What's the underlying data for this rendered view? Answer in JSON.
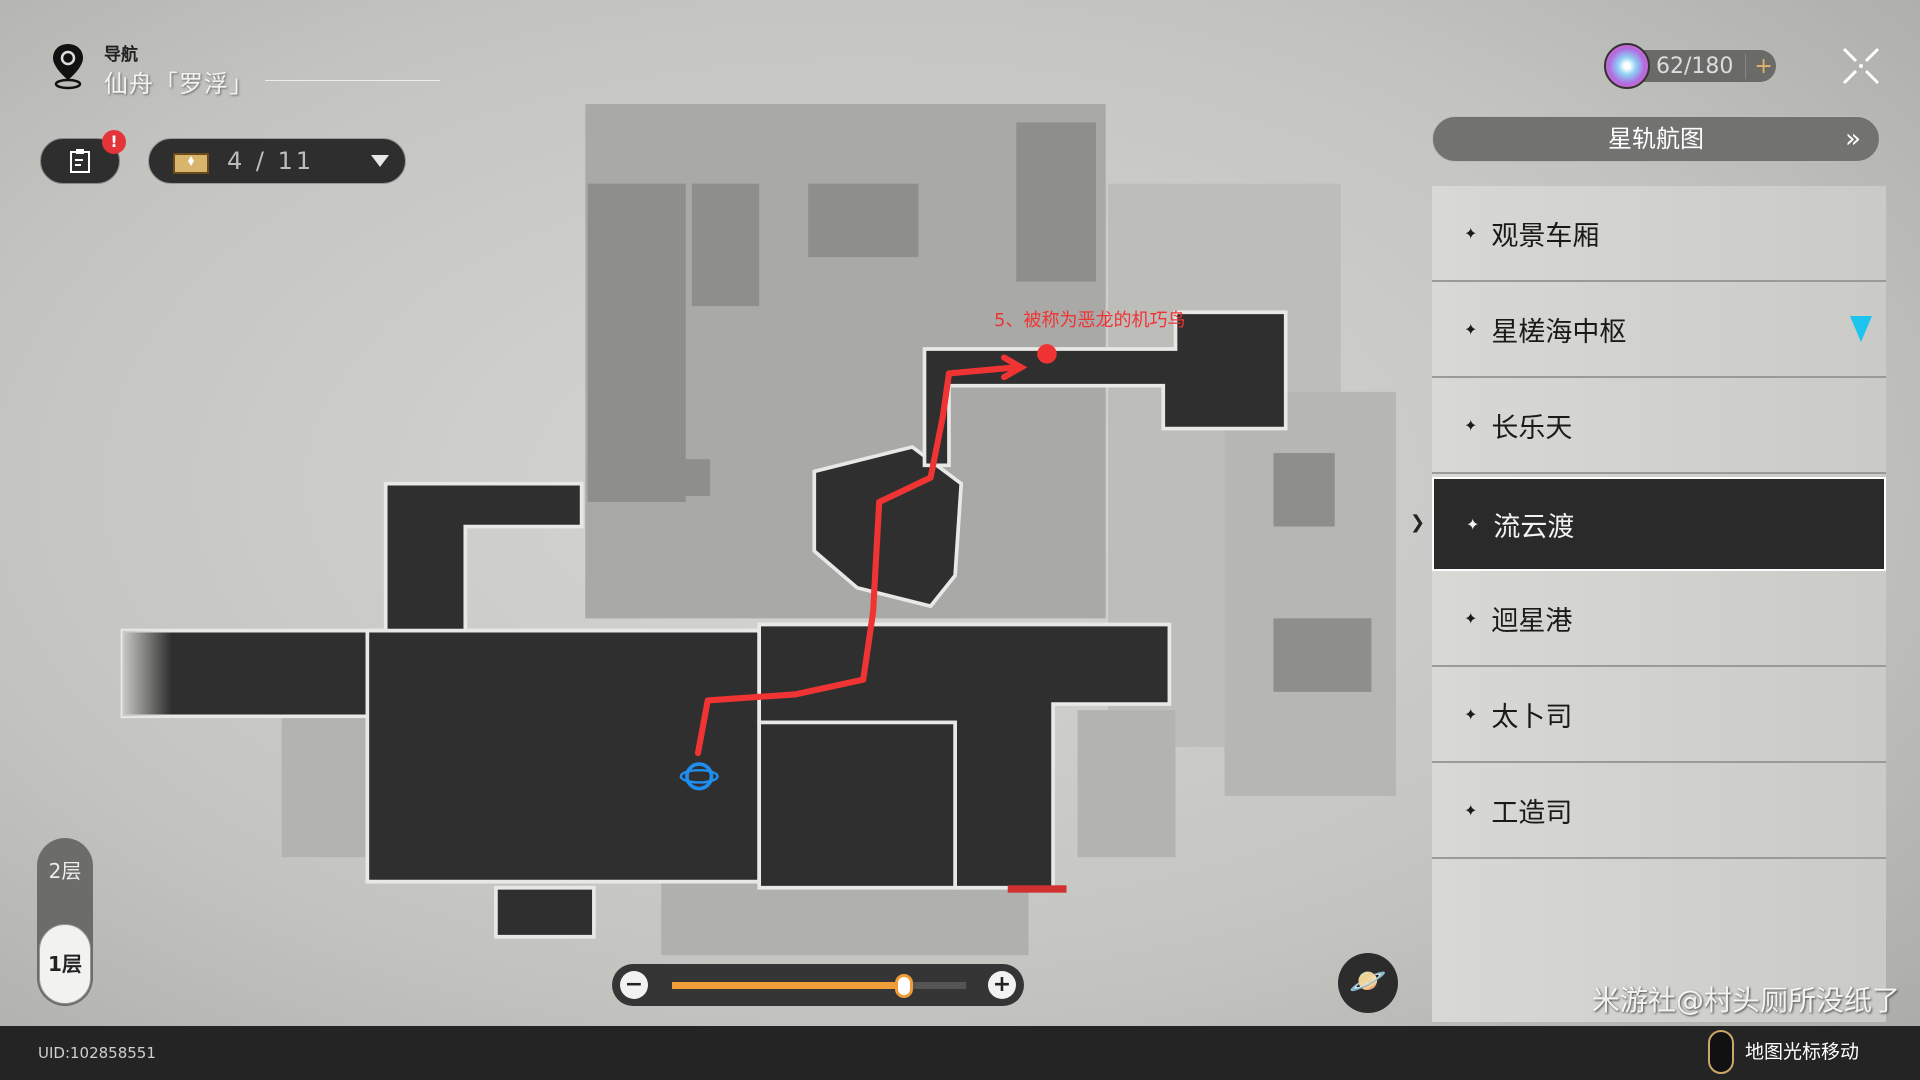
{
  "header": {
    "nav_label": "导航",
    "location": "仙舟「罗浮」"
  },
  "chest": {
    "count": "4 / 11"
  },
  "task_badge": "!",
  "stamina": {
    "value": "62/180",
    "plus": "+"
  },
  "starmap_button": {
    "label": "星轨航图",
    "chevron": "»"
  },
  "areas": [
    {
      "label": "观景车厢",
      "tracked": false,
      "selected": false
    },
    {
      "label": "星槎海中枢",
      "tracked": true,
      "selected": false
    },
    {
      "label": "长乐天",
      "tracked": false,
      "selected": false
    },
    {
      "label": "流云渡",
      "tracked": false,
      "selected": true
    },
    {
      "label": "迴星港",
      "tracked": false,
      "selected": false
    },
    {
      "label": "太卜司",
      "tracked": false,
      "selected": false
    },
    {
      "label": "工造司",
      "tracked": false,
      "selected": false
    }
  ],
  "star_glyph": "✦",
  "floors": {
    "upper": "2层",
    "current": "1层"
  },
  "zoom": {
    "minus": "−",
    "plus": "+",
    "level_percent": 79
  },
  "map": {
    "annotation": "5、被称为恶龙的机巧鸟",
    "accent": "#f03434",
    "track_color": "#1cc4ee"
  },
  "footer": {
    "uid": "UID:102858551",
    "watermark": "米游社@村头厕所没纸了",
    "hint": "地图光标移动"
  }
}
